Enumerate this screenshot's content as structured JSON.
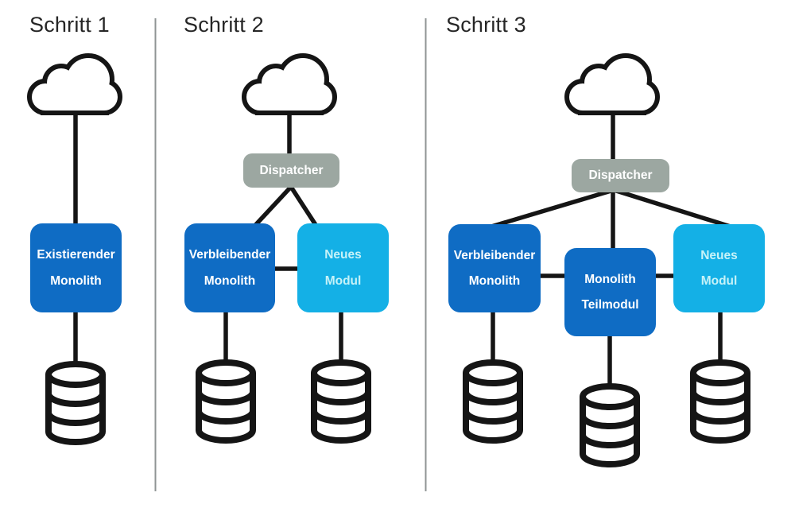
{
  "colors": {
    "monolith_blue": "#0f6cc4",
    "module_light_blue": "#14b0e6",
    "module_label_text": "#c6f2f8",
    "dispatcher_gray": "#9ca7a1",
    "connector_black": "#151515",
    "divider_gray": "#8f9494",
    "title_text": "#262626",
    "monolith_label_text": "#ffffff",
    "background": "#ffffff"
  },
  "icons": {
    "cloud": "cloud-icon",
    "database": "database-icon"
  },
  "panels": {
    "step1": {
      "title": "Schritt 1",
      "monolith": {
        "line1": "Existierender",
        "line2": "Monolith"
      }
    },
    "step2": {
      "title": "Schritt 2",
      "dispatcher": "Dispatcher",
      "monolith": {
        "line1": "Verbleibender",
        "line2": "Monolith"
      },
      "module": {
        "line1": "Neues",
        "line2": "Modul"
      }
    },
    "step3": {
      "title": "Schritt 3",
      "dispatcher": "Dispatcher",
      "monolith": {
        "line1": "Verbleibender",
        "line2": "Monolith"
      },
      "submodule": {
        "line1": "Monolith",
        "line2": "Teilmodul"
      },
      "module": {
        "line1": "Neues",
        "line2": "Modul"
      }
    }
  }
}
